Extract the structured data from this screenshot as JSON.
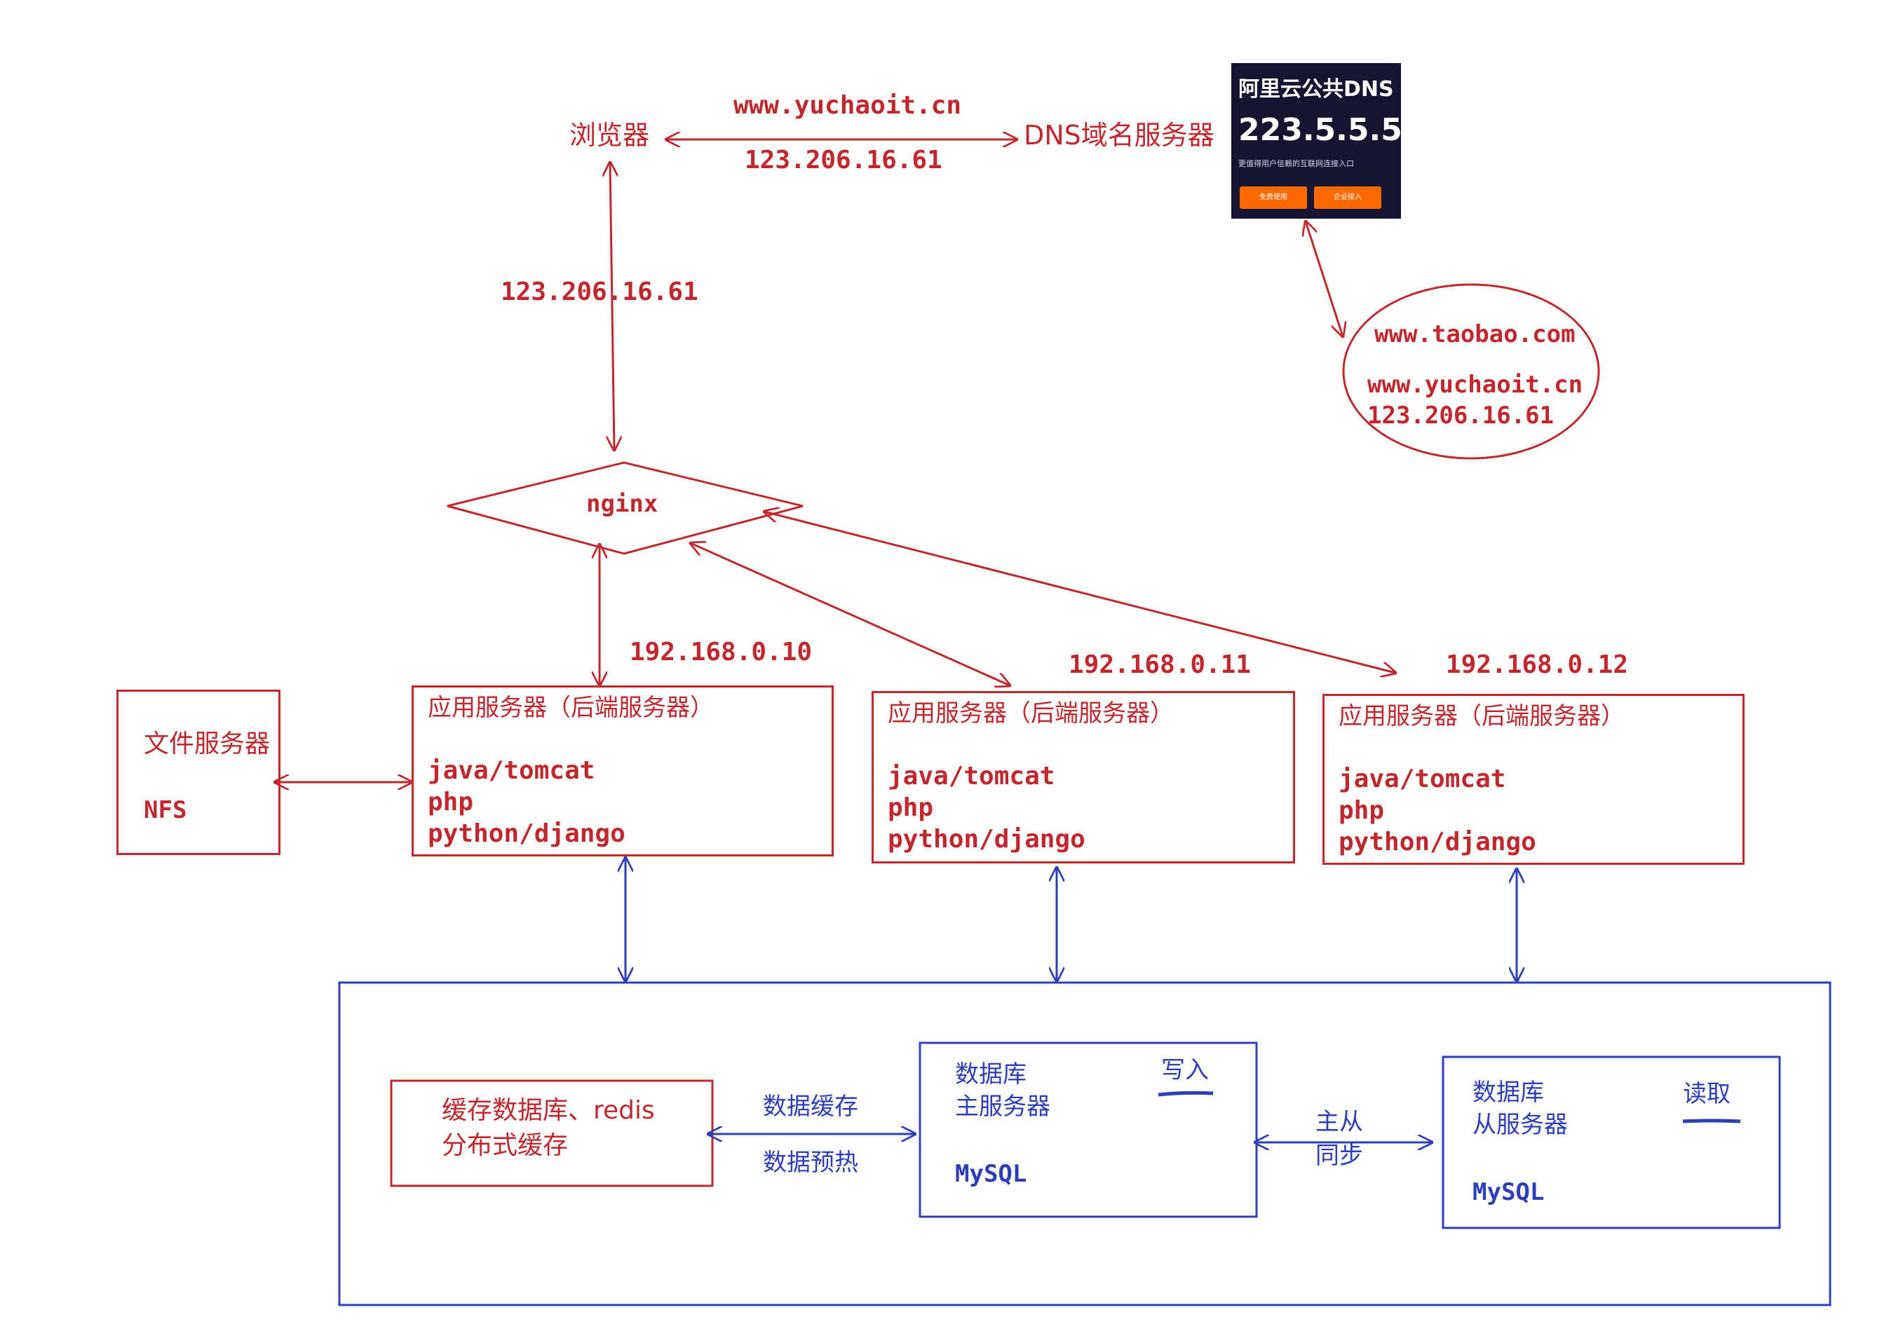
{
  "colors": {
    "red": "#c0282d",
    "blue": "#2c3fb8",
    "dns_bg": "#151533",
    "dns_button": "#ff6a00"
  },
  "top": {
    "browser": "浏览器",
    "domain": "www.yuchaoit.cn",
    "ip_return": "123.206.16.61",
    "dns_server": "DNS域名服务器",
    "ip_to_nginx": "123.206.16.61"
  },
  "dns_card": {
    "title": "阿里云公共DNS",
    "ip": "223.5.5.5",
    "tagline": "更值得用户信赖的互联网连接入口",
    "button_free": "免费使用",
    "button_enterprise": "企业接入"
  },
  "records": {
    "r1": "www.taobao.com",
    "r2": "www.yuchaoit.cn",
    "r3": "123.206.16.61"
  },
  "nginx": "nginx",
  "file_server": {
    "title": "文件服务器",
    "protocol": "NFS"
  },
  "app_servers": [
    {
      "ip": "192.168.0.10",
      "title": "应用服务器（后端服务器）",
      "tech1": "java/tomcat",
      "tech2": "php",
      "tech3": "python/django"
    },
    {
      "ip": "192.168.0.11",
      "title": "应用服务器（后端服务器）",
      "tech1": "java/tomcat",
      "tech2": "php",
      "tech3": "python/django"
    },
    {
      "ip": "192.168.0.12",
      "title": "应用服务器（后端服务器）",
      "tech1": "java/tomcat",
      "tech2": "php",
      "tech3": "python/django"
    }
  ],
  "data_layer": {
    "cache": {
      "line1": "缓存数据库、redis",
      "line2": "分布式缓存"
    },
    "cache_link": {
      "top": "数据缓存",
      "bottom": "数据预热"
    },
    "db_master": {
      "line1": "数据库",
      "line2": "主服务器",
      "engine": "MySQL",
      "role": "写入"
    },
    "replication": {
      "line1": "主从",
      "line2": "同步"
    },
    "db_slave": {
      "line1": "数据库",
      "line2": "从服务器",
      "engine": "MySQL",
      "role": "读取"
    }
  }
}
